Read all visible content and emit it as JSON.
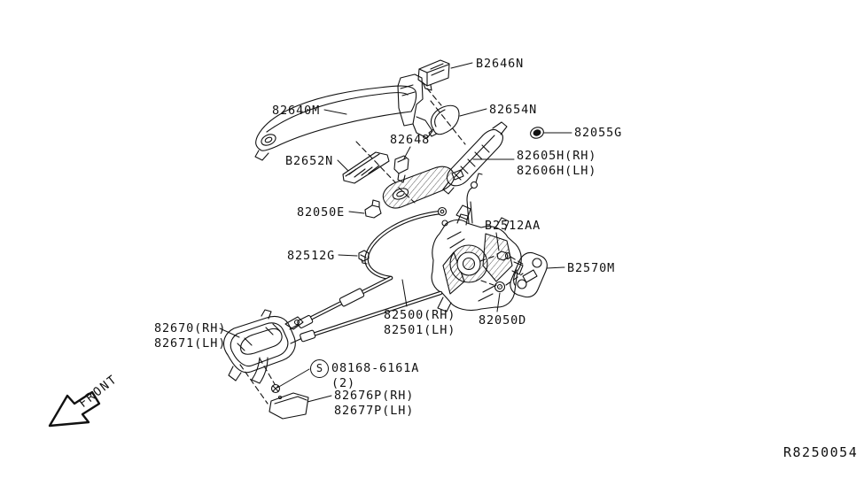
{
  "front_label": "FRONT",
  "ref_code": "R8250054",
  "colors": {
    "line": "#111111",
    "background": "#ffffff"
  },
  "callouts": {
    "b2646n": "B2646N",
    "c82640m": "82640M",
    "c82654n": "82654N",
    "c82648": "82648",
    "c82055g": "82055G",
    "b2652n": "B2652N",
    "c82605h": "82605H(RH)",
    "c82606h": "82606H(LH)",
    "c82050e": "82050E",
    "b2512aa": "B2512AA",
    "c82512g": "82512G",
    "b2570m": "B2570M",
    "c82500": "82500(RH)",
    "c82501": "82501(LH)",
    "c82050d": "82050D",
    "c82670": "82670(RH)",
    "c82671": "82671(LH)",
    "screw_symbol": "S",
    "c08168": "08168-6161A",
    "c08168_qty": "(2)",
    "c82676p": "82676P(RH)",
    "c82677p": "82677P(LH)"
  }
}
